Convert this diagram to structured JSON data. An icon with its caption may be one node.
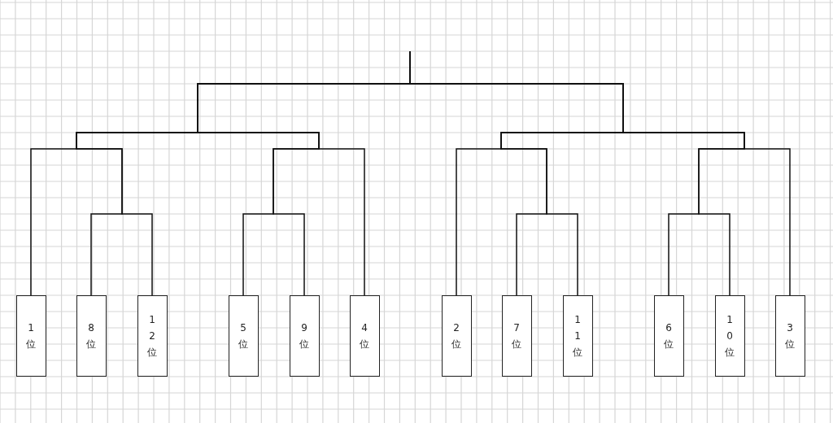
{
  "diagram": {
    "nodes": [
      {
        "text": [
          "1位"
        ]
      },
      {
        "text": [
          "8位"
        ]
      },
      {
        "text": [
          "12位"
        ]
      },
      {
        "text": [
          "5位"
        ]
      },
      {
        "text": [
          "9位"
        ]
      },
      {
        "text": [
          "4位"
        ]
      },
      {
        "text": [
          "2位"
        ]
      },
      {
        "text": [
          "7位"
        ]
      },
      {
        "text": [
          "11位"
        ]
      },
      {
        "text": [
          "6位"
        ]
      },
      {
        "text": [
          "10位"
        ]
      },
      {
        "text": [
          "3位"
        ]
      }
    ],
    "edges": [
      {
        "from": 0,
        "to": null,
        "arrow": "none"
      },
      {
        "from": 1,
        "to": null,
        "arrow": "none"
      },
      {
        "from": 2,
        "to": null,
        "arrow": "none"
      },
      {
        "from": 3,
        "to": null,
        "arrow": "none"
      },
      {
        "from": 4,
        "to": null,
        "arrow": "none"
      },
      {
        "from": 5,
        "to": null,
        "arrow": "none"
      },
      {
        "from": 6,
        "to": null,
        "arrow": "none"
      },
      {
        "from": 7,
        "to": null,
        "arrow": "none"
      },
      {
        "from": 8,
        "to": null,
        "arrow": "none"
      },
      {
        "from": 9,
        "to": null,
        "arrow": "none"
      },
      {
        "from": 10,
        "to": null,
        "arrow": "none"
      },
      {
        "from": 11,
        "to": null,
        "arrow": "none"
      }
    ]
  }
}
